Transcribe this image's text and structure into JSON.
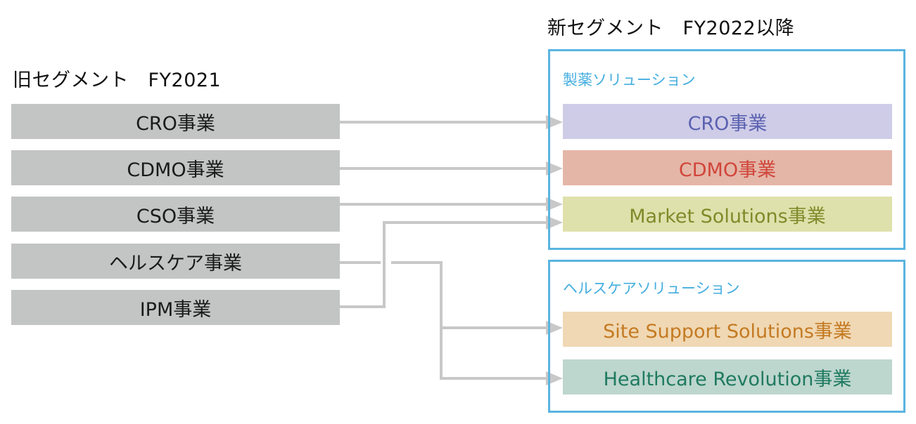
{
  "old": {
    "heading": "旧セグメント　FY2021",
    "items": [
      "CRO事業",
      "CDMO事業",
      "CSO事業",
      "ヘルスケア事業",
      "IPM事業"
    ]
  },
  "new": {
    "heading": "新セグメント　FY2022以降",
    "groups": [
      {
        "title": "製薬ソリューション",
        "items": [
          {
            "label": "CRO事業",
            "bg": "#cfcce8",
            "color": "#5b62b0"
          },
          {
            "label": "CDMO事業",
            "bg": "#e4b6a8",
            "color": "#d0453a"
          },
          {
            "label": "Market Solutions事業",
            "bg": "#dfe1ac",
            "color": "#7f8a2a"
          }
        ]
      },
      {
        "title": "ヘルスケアソリューション",
        "items": [
          {
            "label": "Site Support Solutions事業",
            "bg": "#f0d8b4",
            "color": "#c47a22"
          },
          {
            "label": "Healthcare Revolution事業",
            "bg": "#bdd6ce",
            "color": "#1f7a5f"
          }
        ]
      }
    ]
  },
  "colors": {
    "old_box": "#c3c4c4",
    "frame": "#5ab4e0",
    "arrow": "#c8c8c8"
  },
  "mapping": [
    {
      "from": "CRO事業",
      "to": "CRO事業"
    },
    {
      "from": "CDMO事業",
      "to": "CDMO事業"
    },
    {
      "from": "CSO事業",
      "to": "Market Solutions事業"
    },
    {
      "from": "IPM事業",
      "to": "Market Solutions事業"
    },
    {
      "from": "ヘルスケア事業",
      "to": "Site Support Solutions事業"
    },
    {
      "from": "ヘルスケア事業",
      "to": "Healthcare Revolution事業"
    }
  ]
}
